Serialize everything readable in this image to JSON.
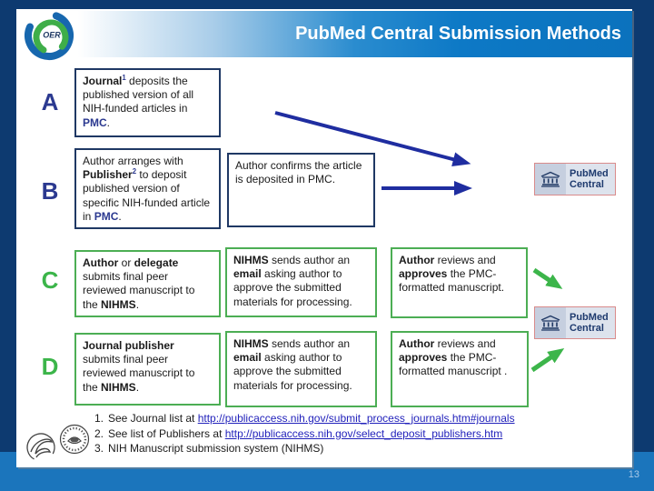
{
  "colors": {
    "background_navy": "#0d3a70",
    "background_blue": "#1b75bc",
    "header_blue": "#0d79c6",
    "navy_border": "#1f3864",
    "green_border": "#4cae54",
    "letter_navy": "#2b3990",
    "letter_green": "#3cb54a",
    "arrow_navy": "#1f2da0",
    "arrow_green": "#3cb54a",
    "pmc_logo_border_red": "#d98b8b",
    "link_blue": "#2222bb"
  },
  "header": {
    "title": "PubMed Central Submission Methods",
    "oer_label": "OER"
  },
  "letters": {
    "a": "A",
    "b": "B",
    "c": "C",
    "d": "D"
  },
  "boxes": {
    "a1": [
      {
        "t": "Journal",
        "b": true
      },
      {
        "t": "1",
        "b": true,
        "sup": true,
        "c": "blue"
      },
      {
        "t": " deposits the published version of all NIH-funded articles in "
      },
      {
        "t": "PMC",
        "b": true,
        "c": "blue"
      },
      {
        "t": "."
      }
    ],
    "b1": [
      {
        "t": "Author arranges with "
      },
      {
        "t": "Publisher",
        "b": true
      },
      {
        "t": "2",
        "b": true,
        "sup": true,
        "c": "blue"
      },
      {
        "t": " to deposit published version of specific NIH-funded article in "
      },
      {
        "t": "PMC",
        "b": true,
        "c": "blue"
      },
      {
        "t": "."
      }
    ],
    "b2": [
      {
        "t": "Author confirms the article is deposited in PMC."
      }
    ],
    "c1": [
      {
        "t": "Author",
        "b": true
      },
      {
        "t": " or "
      },
      {
        "t": "delegate",
        "b": true
      },
      {
        "t": " submits final peer reviewed manuscript to the "
      },
      {
        "t": "NIHMS",
        "b": true
      },
      {
        "t": "."
      }
    ],
    "c2": [
      {
        "t": "NIHMS",
        "b": true
      },
      {
        "t": " sends author an "
      },
      {
        "t": "email",
        "b": true
      },
      {
        "t": " asking author to approve the submitted materials for processing."
      }
    ],
    "c3": [
      {
        "t": "Author",
        "b": true
      },
      {
        "t": " reviews and "
      },
      {
        "t": "approves",
        "b": true
      },
      {
        "t": " the PMC-formatted manuscript."
      }
    ],
    "d1": [
      {
        "t": "Journal publisher",
        "b": true
      },
      {
        "t": " submits final peer reviewed manuscript to the "
      },
      {
        "t": "NIHMS",
        "b": true
      },
      {
        "t": "."
      }
    ],
    "d2": [
      {
        "t": "NIHMS",
        "b": true
      },
      {
        "t": " sends author an "
      },
      {
        "t": "email",
        "b": true
      },
      {
        "t": " asking author to approve the submitted materials for processing."
      }
    ],
    "d3": [
      {
        "t": "Author",
        "b": true
      },
      {
        "t": " reviews and "
      },
      {
        "t": "approves",
        "b": true
      },
      {
        "t": " the PMC-formatted manuscript ."
      }
    ]
  },
  "pmc_logo": {
    "line1": "PubMed",
    "line2": "Central"
  },
  "footnotes": [
    {
      "num": "1.",
      "pre": "See Journal list at ",
      "link": "http://publicaccess.nih.gov/submit_process_journals.htm#journals"
    },
    {
      "num": "2.",
      "pre": "See list of Publishers at ",
      "link": "http://publicaccess.nih.gov/select_deposit_publishers.htm"
    },
    {
      "num": "3.",
      "pre": "NIH Manuscript submission system (NIHMS)",
      "link": ""
    }
  ],
  "page_number": "13"
}
